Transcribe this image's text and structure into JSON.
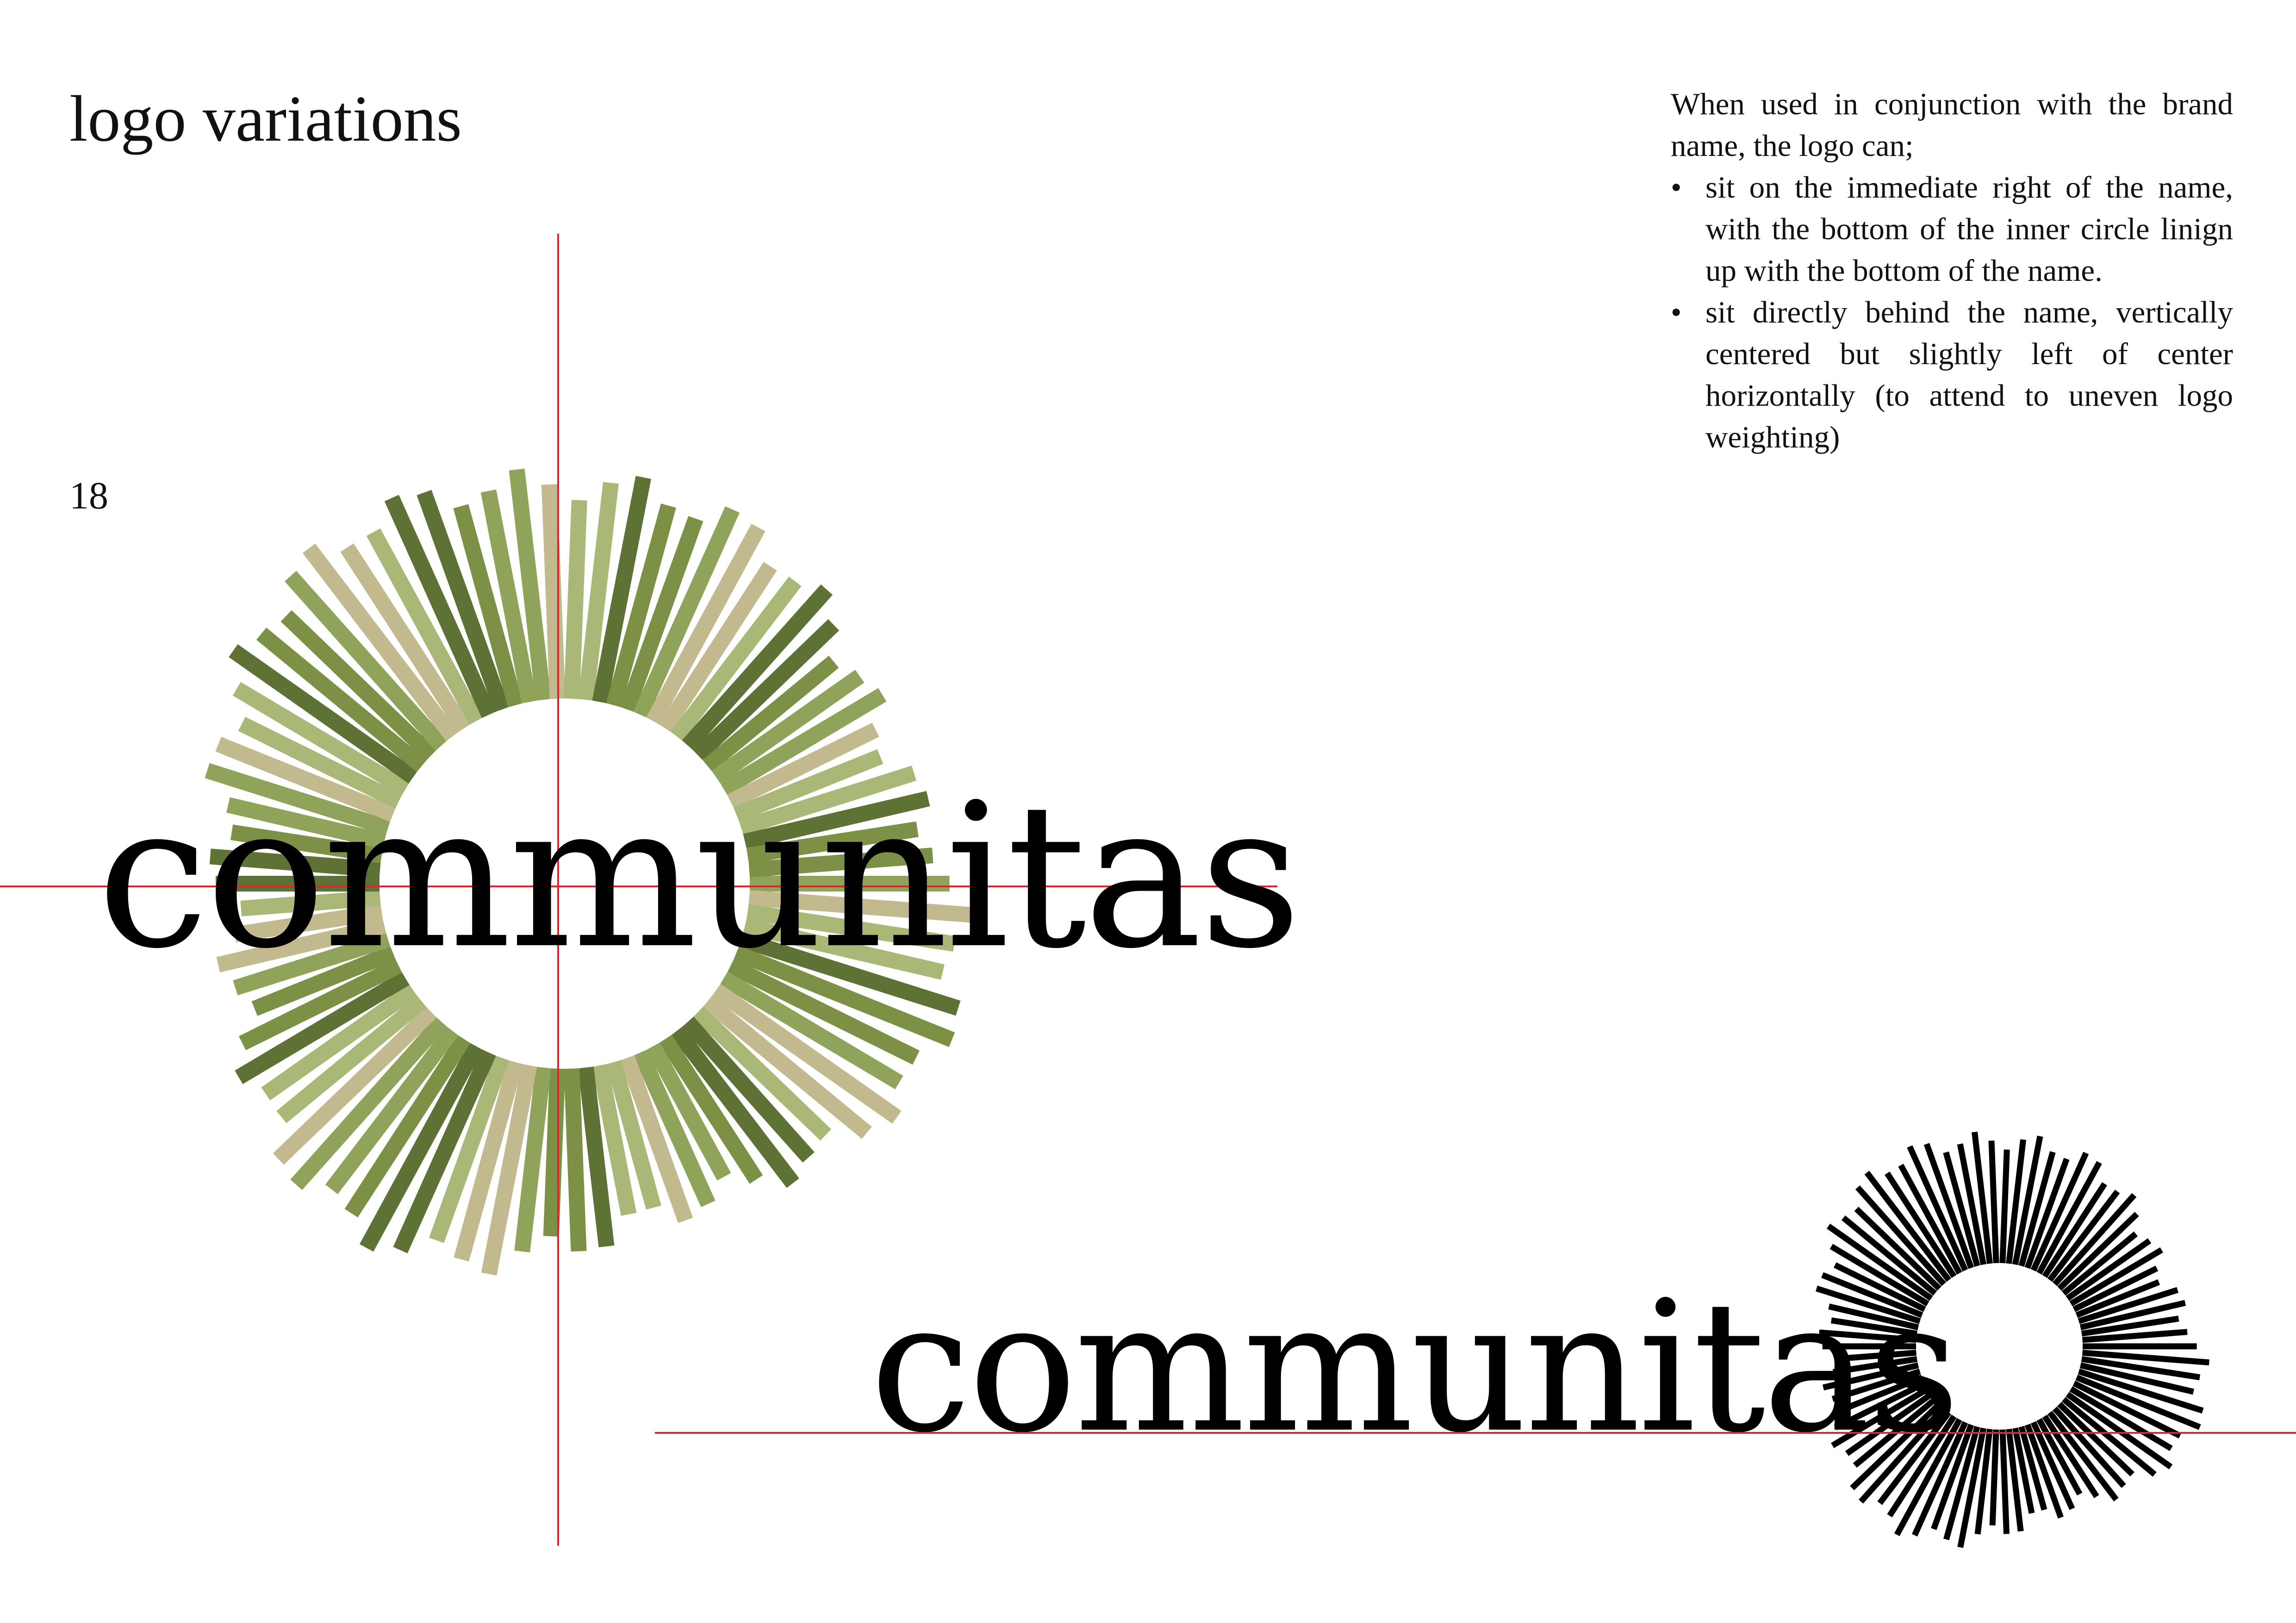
{
  "page": {
    "title": "logo variations",
    "number": "18"
  },
  "description": {
    "intro": "When used in conjunction with the brand name, the logo can;",
    "bullets": [
      "sit on the immediate right of the name, with the bottom of the inner circle linign up with the bottom of the name.",
      "sit directly behind the name, vertically centered but slightly left of center horizontally (to attend to uneven logo weighting)"
    ]
  },
  "variations": [
    {
      "name": "communitas",
      "logo_style": "photographic green texture",
      "placement": "behind the name"
    },
    {
      "name": "communitas",
      "logo_style": "solid black",
      "placement": "right of the name"
    }
  ],
  "colors": {
    "guide_line": "#d6282e",
    "text": "#111111",
    "logo_black": "#000000",
    "logo_green": [
      "#8fa45a",
      "#a9b877",
      "#7c9046",
      "#c2b98f",
      "#5f7236"
    ]
  },
  "icons": {
    "logo_mark": "sunburst-icon"
  }
}
